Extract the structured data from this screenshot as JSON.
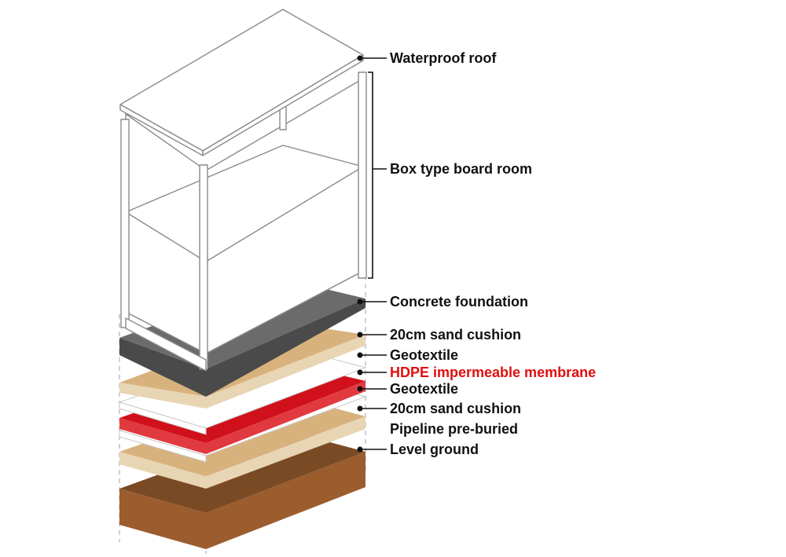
{
  "colors": {
    "frame_stroke": "#8a8a8a",
    "frame_fill": "#ffffff",
    "concrete_top": "#6b6b6b",
    "concrete_side": "#4a4a4a",
    "sand_top": "#d8b27d",
    "sand_side": "#e8d5b4",
    "geotextile": "#ffffff",
    "hdpe_top": "#d0101a",
    "hdpe_side": "#e03a40",
    "ground_top": "#7a4a25",
    "ground_side": "#9b5c2e",
    "leader": "#111111",
    "label_text": "#111111",
    "highlight_text": "#e01010"
  },
  "labels": [
    {
      "id": "waterproof-roof",
      "text": "Waterproof roof",
      "highlight": false
    },
    {
      "id": "box-type-board-room",
      "text": "Box type board room",
      "highlight": false
    },
    {
      "id": "concrete-foundation",
      "text": "Concrete foundation",
      "highlight": false
    },
    {
      "id": "sand-cushion-upper",
      "text": "20cm sand cushion",
      "highlight": false
    },
    {
      "id": "geotextile-upper",
      "text": "Geotextile",
      "highlight": false
    },
    {
      "id": "hdpe-membrane",
      "text": "HDPE impermeable membrane",
      "highlight": true
    },
    {
      "id": "geotextile-lower",
      "text": "Geotextile",
      "highlight": false
    },
    {
      "id": "sand-cushion-lower",
      "text": "20cm sand cushion",
      "highlight": false
    },
    {
      "id": "pipeline-pre-buried",
      "text": "Pipeline pre-buried",
      "highlight": false
    },
    {
      "id": "level-ground",
      "text": "Level ground",
      "highlight": false
    }
  ]
}
